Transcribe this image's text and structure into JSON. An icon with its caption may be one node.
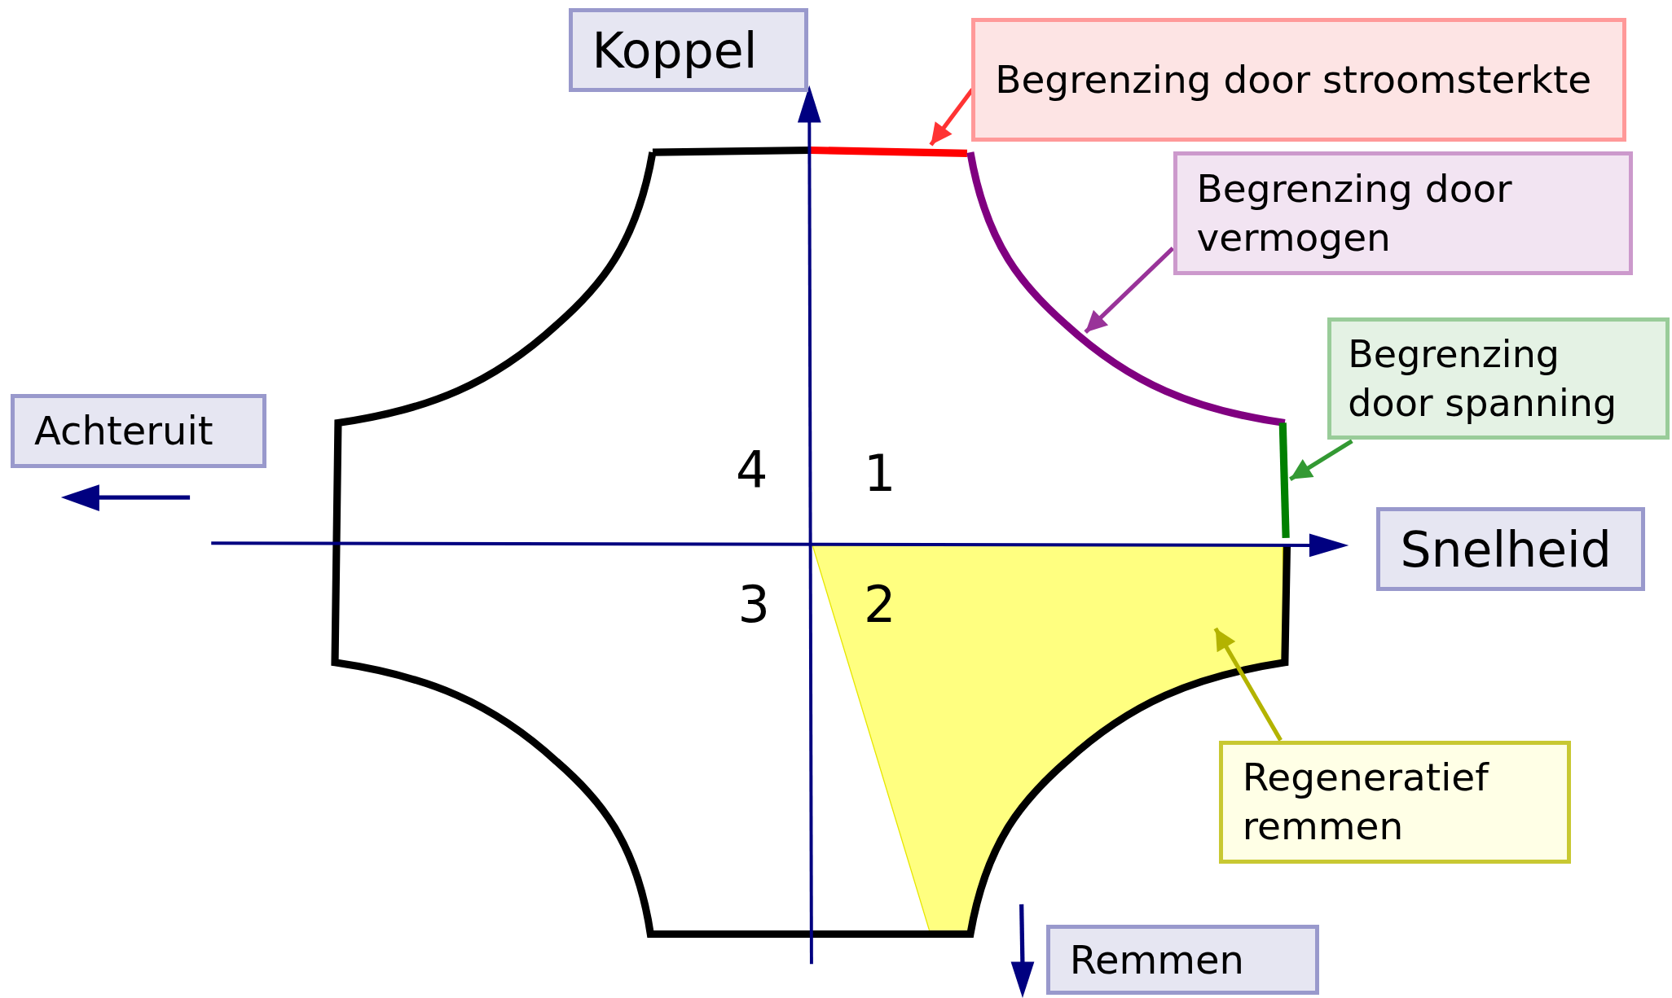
{
  "diagram": {
    "nodes": [
      {
        "text": [
          "Koppel"
        ]
      },
      {
        "text": [
          "Begrenzing door stroomsterkte"
        ]
      },
      {
        "text": [
          "Begrenzing door vermogen"
        ]
      },
      {
        "text": [
          "Begrenzing door spanning"
        ]
      },
      {
        "text": [
          "Achteruit"
        ]
      },
      {
        "text": [
          "Snelheid"
        ]
      },
      {
        "text": [
          "Regeneratief remmen"
        ]
      },
      {
        "text": [
          "Remmen"
        ]
      },
      {
        "text": [],
        "shape": "line"
      },
      {
        "text": [],
        "shape": "curve"
      },
      {
        "text": [],
        "shape": "line"
      },
      {
        "text": [],
        "shape": "area"
      }
    ],
    "edges": [
      {
        "from": 1,
        "to": 8,
        "arrow": "to",
        "color": "#ff3333"
      },
      {
        "from": 2,
        "to": 9,
        "arrow": "to",
        "color": "#993399"
      },
      {
        "from": 3,
        "to": 10,
        "arrow": "to",
        "color": "#339933"
      },
      {
        "from": 6,
        "to": 11,
        "arrow": "to",
        "color": "#b3b300"
      }
    ],
    "labels": [
      "4",
      "1",
      "3",
      "2"
    ]
  }
}
